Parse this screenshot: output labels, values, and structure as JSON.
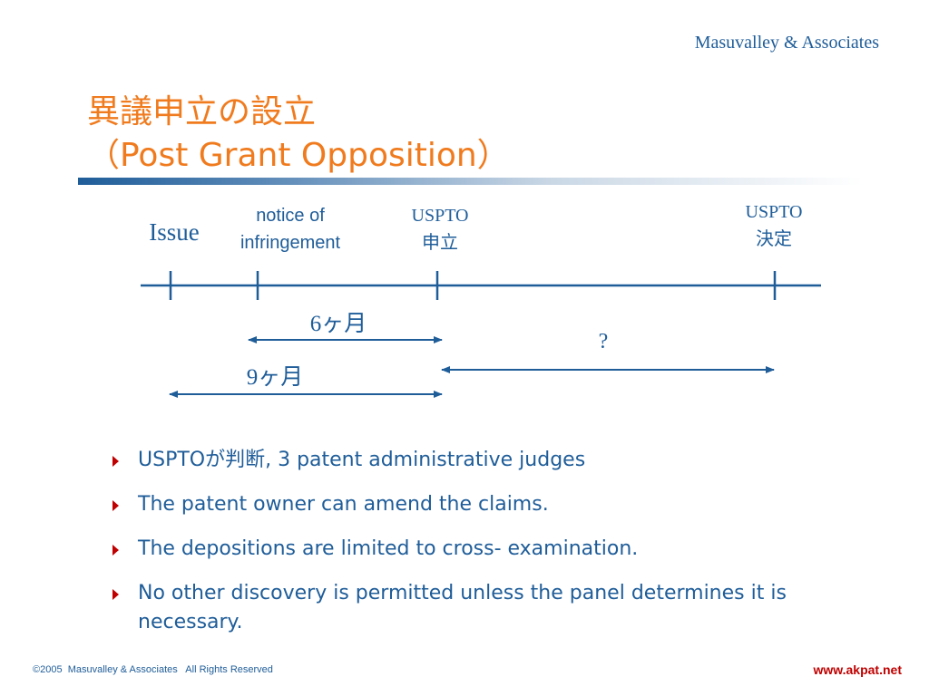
{
  "header": {
    "firm_name": "Masuvalley & Associates",
    "title_line1": "異議申立の設立",
    "title_line2": "（Post Grant Opposition）"
  },
  "timeline": {
    "issue_label": "Issue",
    "notice_label_line1": "notice of",
    "notice_label_line2": "infringement",
    "uspto_filing_line1": "USPTO",
    "uspto_filing_line2": "申立",
    "uspto_decision_line1": "USPTO",
    "uspto_decision_line2": "決定",
    "span_6_months": "6ヶ月",
    "span_9_months": "9ヶ月",
    "span_unknown": "?"
  },
  "bullets": [
    "USPTOが判断, 3 patent administrative judges",
    "The patent owner can amend the claims.",
    "The depositions are limited to cross- examination.",
    "No other discovery is permitted unless the panel determines it is necessary."
  ],
  "footer": {
    "copyright": "©2005  Masuvalley & Associates   All Rights Reserved",
    "website": "www.akpat.net"
  },
  "colors": {
    "title": "#F07B1E",
    "text": "#1F5D99",
    "bullet": "#C00000",
    "website": "#C00000"
  }
}
